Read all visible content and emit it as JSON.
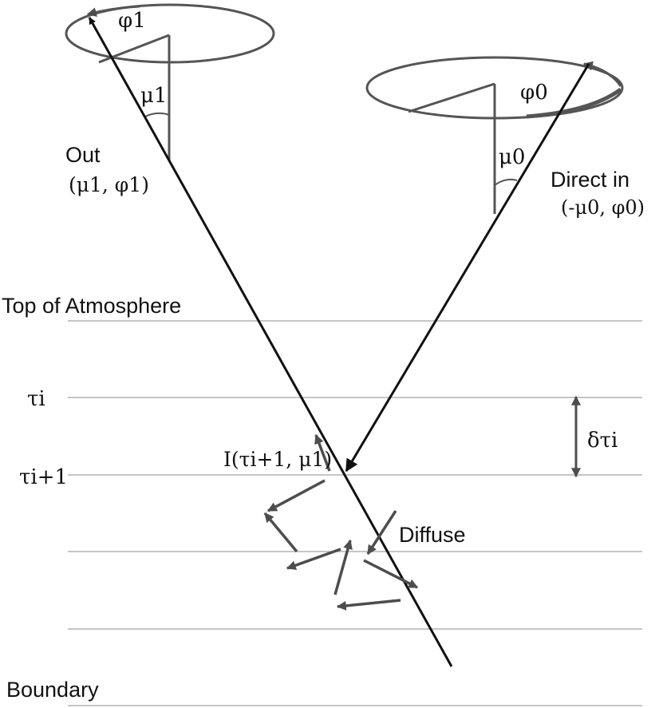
{
  "labels": {
    "out": "Out",
    "out_coords": "(μ1, φ1)",
    "direct_in": "Direct in",
    "direct_in_coords": "(-μ0, φ0)",
    "top_of_atmosphere": "Top of Atmosphere",
    "tau_i": "τi",
    "tau_i1": "τi+1",
    "delta_tau": "δτi",
    "intensity": "I(τi+1, μ1)",
    "diffuse": "Diffuse",
    "boundary": "Boundary"
  },
  "symbols": {
    "phi1": "φ1",
    "phi0": "φ0",
    "mu1": "μ1",
    "mu0": "μ0"
  },
  "colors": {
    "ray": "#111111",
    "layer_line": "#b4b4b4",
    "scatter_arrow": "#4d4d4d",
    "ellipse": "#555555"
  }
}
